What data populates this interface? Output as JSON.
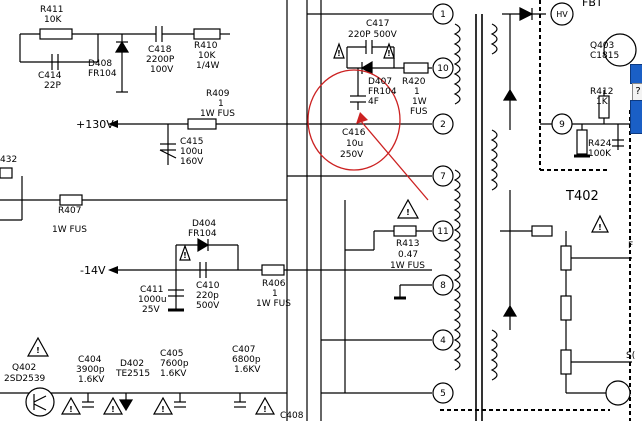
{
  "labels": {
    "r411": {
      "ref": "R411",
      "val": "10K"
    },
    "r414": {
      "ref": "C414",
      "val": "22P"
    },
    "d408": {
      "ref": "D408",
      "val": "FR104"
    },
    "c418": {
      "ref": "C418",
      "val1": "2200P",
      "val2": "100V"
    },
    "r410": {
      "ref": "R410",
      "val1": "10K",
      "val2": "1/4W"
    },
    "c417": {
      "ref": "C417",
      "val": "220P  500V"
    },
    "d407": {
      "ref": "D407",
      "val1": "FR104",
      "val2": "4F"
    },
    "r420": {
      "ref": "R420",
      "val1": "1",
      "val2": "1W",
      "val3": "FUS"
    },
    "rail130": "+130V",
    "r409": {
      "ref": "R409",
      "val1": "1",
      "val2": "1W FUS"
    },
    "c415": {
      "ref": "C415",
      "val1": "100u",
      "val2": "160V"
    },
    "c416": {
      "ref": "C416",
      "val1": "10u",
      "val2": "250V"
    },
    "r407": {
      "ref": "R407",
      "val": "1W FUS"
    },
    "d404": {
      "ref": "D404",
      "val": "FR104"
    },
    "rail14": "-14V",
    "c411": {
      "ref": "C411",
      "val1": "1000u",
      "val2": "25V"
    },
    "c410": {
      "ref": "C410",
      "val1": "220p",
      "val2": "500V"
    },
    "r406": {
      "ref": "R406",
      "val1": "1",
      "val2": "1W FUS"
    },
    "r413": {
      "ref": "R413",
      "val1": "0.47",
      "val2": "1W FUS"
    },
    "q402": {
      "ref": "Q402",
      "val": "2SD2539"
    },
    "c404": {
      "ref": "C404",
      "val1": "3900p",
      "val2": "1.6KV"
    },
    "d402": {
      "ref": "D402",
      "val": "TE2515"
    },
    "c405": {
      "ref": "C405",
      "val1": "7600p",
      "val2": "1.6KV"
    },
    "c407": {
      "ref": "C407",
      "val1": "6800p",
      "val2": "1.6KV"
    },
    "c408": {
      "ref": "C408"
    },
    "q403": {
      "ref": "Q403",
      "val": "C1815"
    },
    "r412": {
      "ref": "R412",
      "val": "1K"
    },
    "r424": {
      "ref": "R424",
      "val": "100K"
    },
    "t402": "T402",
    "fbt": "FBT",
    "hv": "HV",
    "partial_432": "432",
    "partial_f": "F",
    "partial_s": "S(",
    "warn_mark": "!"
  },
  "pins": [
    "1",
    "10",
    "2",
    "7",
    "11",
    "8",
    "4",
    "5",
    "9"
  ],
  "window_button": {
    "label": "?"
  },
  "colors": {
    "line": "#000000",
    "annotation": "#cc2222",
    "window_blue": "#1a5fc6"
  }
}
